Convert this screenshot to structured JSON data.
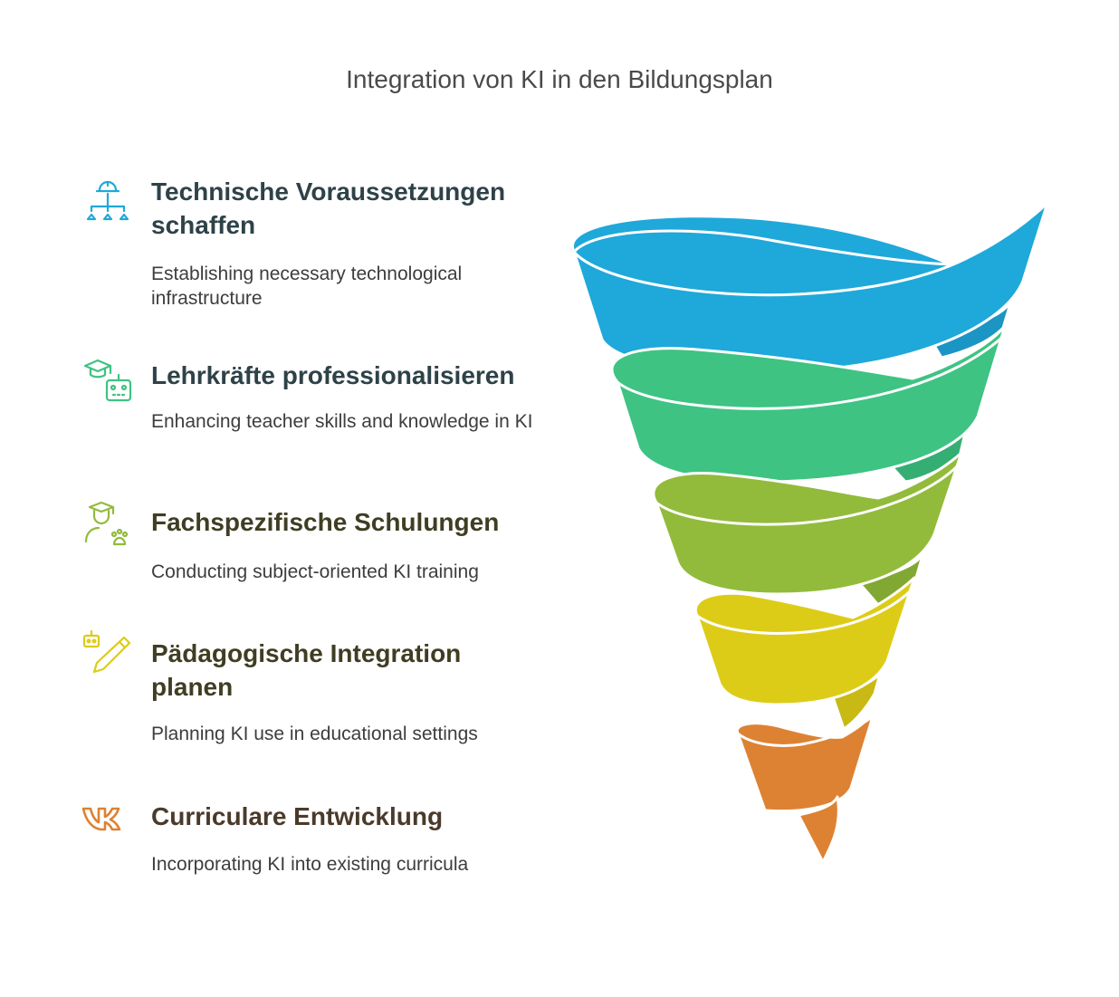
{
  "title": "Integration von KI in den Bildungsplan",
  "colors": {
    "blue": "#1fa8da",
    "green": "#3ec383",
    "lime": "#92bb3b",
    "yellow": "#ddcc17",
    "orange": "#dd8233",
    "heading_dark": "#2e4248",
    "heading_olive": "#3f3e23",
    "heading_brown": "#4a3a2a"
  },
  "steps": [
    {
      "heading": "Technische Voraussetzungen schaffen",
      "description": "Establishing necessary technological infrastructure",
      "icon": "network-hardhat-icon",
      "color": "#1fa8da"
    },
    {
      "heading": "Lehrkräfte professionalisieren",
      "description": "Enhancing teacher skills and knowledge in KI",
      "icon": "graduation-robot-icon",
      "color": "#3ec383"
    },
    {
      "heading": "Fachspezifische Schulungen",
      "description": "Conducting subject-oriented KI training",
      "icon": "student-paw-icon",
      "color": "#92bb3b"
    },
    {
      "heading": "Pädagogische Integration planen",
      "description": "Planning KI use in educational settings",
      "icon": "robot-pencil-icon",
      "color": "#ddcc17"
    },
    {
      "heading": "Curriculare Entwicklung",
      "description": "Incorporating KI into existing curricula",
      "icon": "vk-logo-icon",
      "color": "#dd8233"
    }
  ]
}
